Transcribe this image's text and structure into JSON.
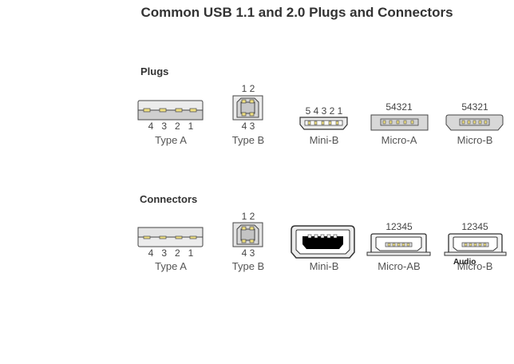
{
  "title": "Common USB 1.1 and 2.0 Plugs and Connectors",
  "sections": {
    "plugs": "Plugs",
    "connectors": "Connectors"
  },
  "plugs": {
    "type_a": {
      "label": "Type A",
      "pins_bottom": "4   3   2   1"
    },
    "type_b": {
      "label": "Type B",
      "pins_top": "1 2",
      "pins_bottom": "4 3"
    },
    "mini_b": {
      "label": "Mini-B",
      "pins_top": "5 4 3 2 1"
    },
    "micro_a": {
      "label": "Micro-A",
      "pins_top": "54321"
    },
    "micro_b": {
      "label": "Micro-B",
      "pins_top": "54321"
    }
  },
  "connectors": {
    "type_a": {
      "label": "Type A",
      "pins_bottom": "4   3   2   1"
    },
    "type_b": {
      "label": "Type B",
      "pins_top": "1 2",
      "pins_bottom": "4 3"
    },
    "mini_b": {
      "label": "Mini-B"
    },
    "micro_ab": {
      "label": "Micro-AB",
      "pins_top": "12345"
    },
    "micro_b": {
      "label": "Micro-B",
      "pins_top": "12345",
      "overlay": "Audio"
    }
  },
  "colors": {
    "housing": "#dcdcdc",
    "outline": "#333333",
    "contact": "#f0e080",
    "cavity": "#000000"
  }
}
